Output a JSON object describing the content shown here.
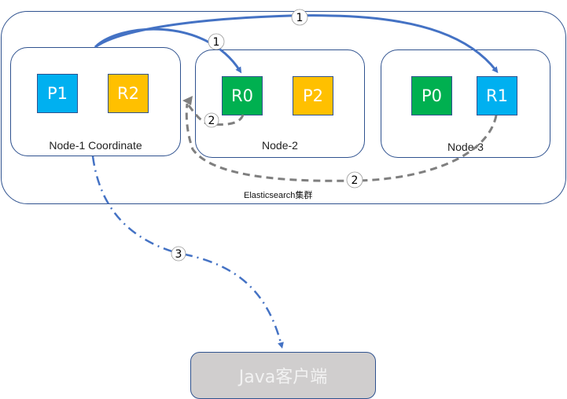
{
  "cluster": {
    "label": "Elasticsearch集群"
  },
  "nodes": [
    {
      "label": "Node-1 Coordinate",
      "shards": [
        {
          "label": "P1",
          "color": "#00b0f0"
        },
        {
          "label": "R2",
          "color": "#ffc000"
        }
      ]
    },
    {
      "label": "Node-2",
      "shards": [
        {
          "label": "R0",
          "color": "#00b050"
        },
        {
          "label": "P2",
          "color": "#ffc000"
        }
      ]
    },
    {
      "label": "Node-3",
      "shards": [
        {
          "label": "P0",
          "color": "#00b050"
        },
        {
          "label": "R1",
          "color": "#00b0f0"
        }
      ]
    }
  ],
  "client": {
    "label": "Java客户端"
  },
  "steps": {
    "step1_to_node2": "1",
    "step1_to_node3": "1",
    "step2_from_node2": "2",
    "step2_from_node3": "2",
    "step3_to_client": "3"
  },
  "colors": {
    "arrow_blue": "#4472c4",
    "arrow_gray": "#7f7f7f",
    "border": "#2f528f"
  }
}
